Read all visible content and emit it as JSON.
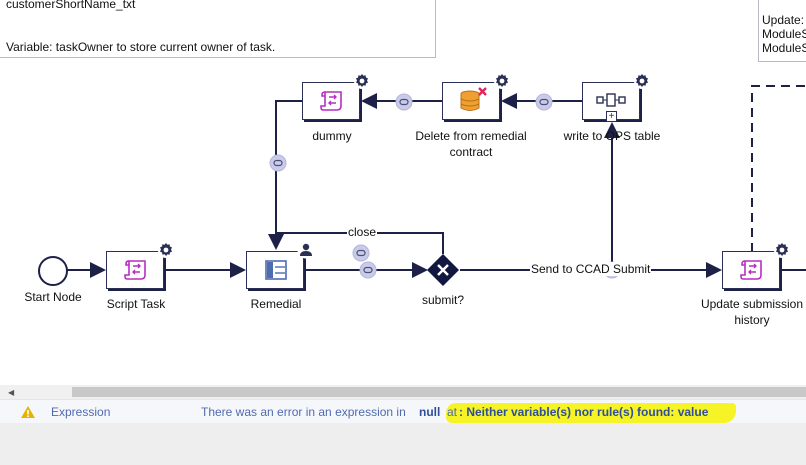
{
  "notes": {
    "left_line1": "customerShortName_txt",
    "left_line2": "Variable: taskOwner to store current owner of task.",
    "right_line1": "Update:",
    "right_line2": "ModuleS",
    "right_line3": "ModuleS"
  },
  "nodes": {
    "start": "Start Node",
    "script_task": "Script Task",
    "remedial": "Remedial",
    "submit_gateway": "submit?",
    "update_history_l1": "Update submission",
    "update_history_l2": "history",
    "dummy": "dummy",
    "delete_l1": "Delete from remedial",
    "delete_l2": "contract",
    "write_ops": "write to OPS table"
  },
  "edges": {
    "close": "close",
    "send_to_ccad": "Send to CCAD Submit"
  },
  "scroll": {
    "left_arrow": "◀"
  },
  "error": {
    "type": "Expression",
    "msg_prefix": "There was an error in an expression in",
    "msg_null": "null",
    "msg_at": "at",
    "msg_detail": ": Neither variable(s) nor rule(s) found: value"
  },
  "colors": {
    "node_border": "#2a2f55",
    "script_icon": "#b52fc2",
    "link_badge": "#c9cbe8",
    "highlight": "#f5f21a",
    "error_text": "#4f6bb0",
    "warning": "#e6b400"
  }
}
